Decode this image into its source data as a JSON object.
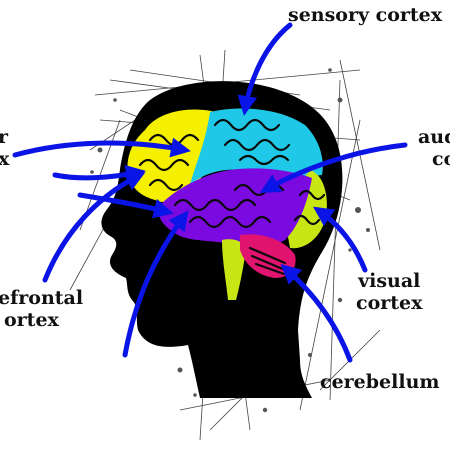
{
  "colors": {
    "background": "#ffffff",
    "head": "#000000",
    "arrow": "#0a14e6",
    "sensory_cortex": "#1ec8e6",
    "motor_cortex": "#f5f000",
    "auditory_cortex": "#7a0ae0",
    "visual_cortex": "#c8e614",
    "cerebellum": "#e0146e",
    "brainstem": "#c8e614",
    "brain_lines": "#0a0a0a"
  },
  "labels": {
    "sensory": "sensory cortex",
    "motor_line1": "r",
    "motor_line2": "x",
    "auditory_line1": "aud",
    "auditory_line2": "co",
    "prefrontal_line1": "efrontal",
    "prefrontal_line2": "ortex",
    "visual_line1": "visual",
    "visual_line2": "cortex",
    "cerebellum": "cerebellum"
  }
}
